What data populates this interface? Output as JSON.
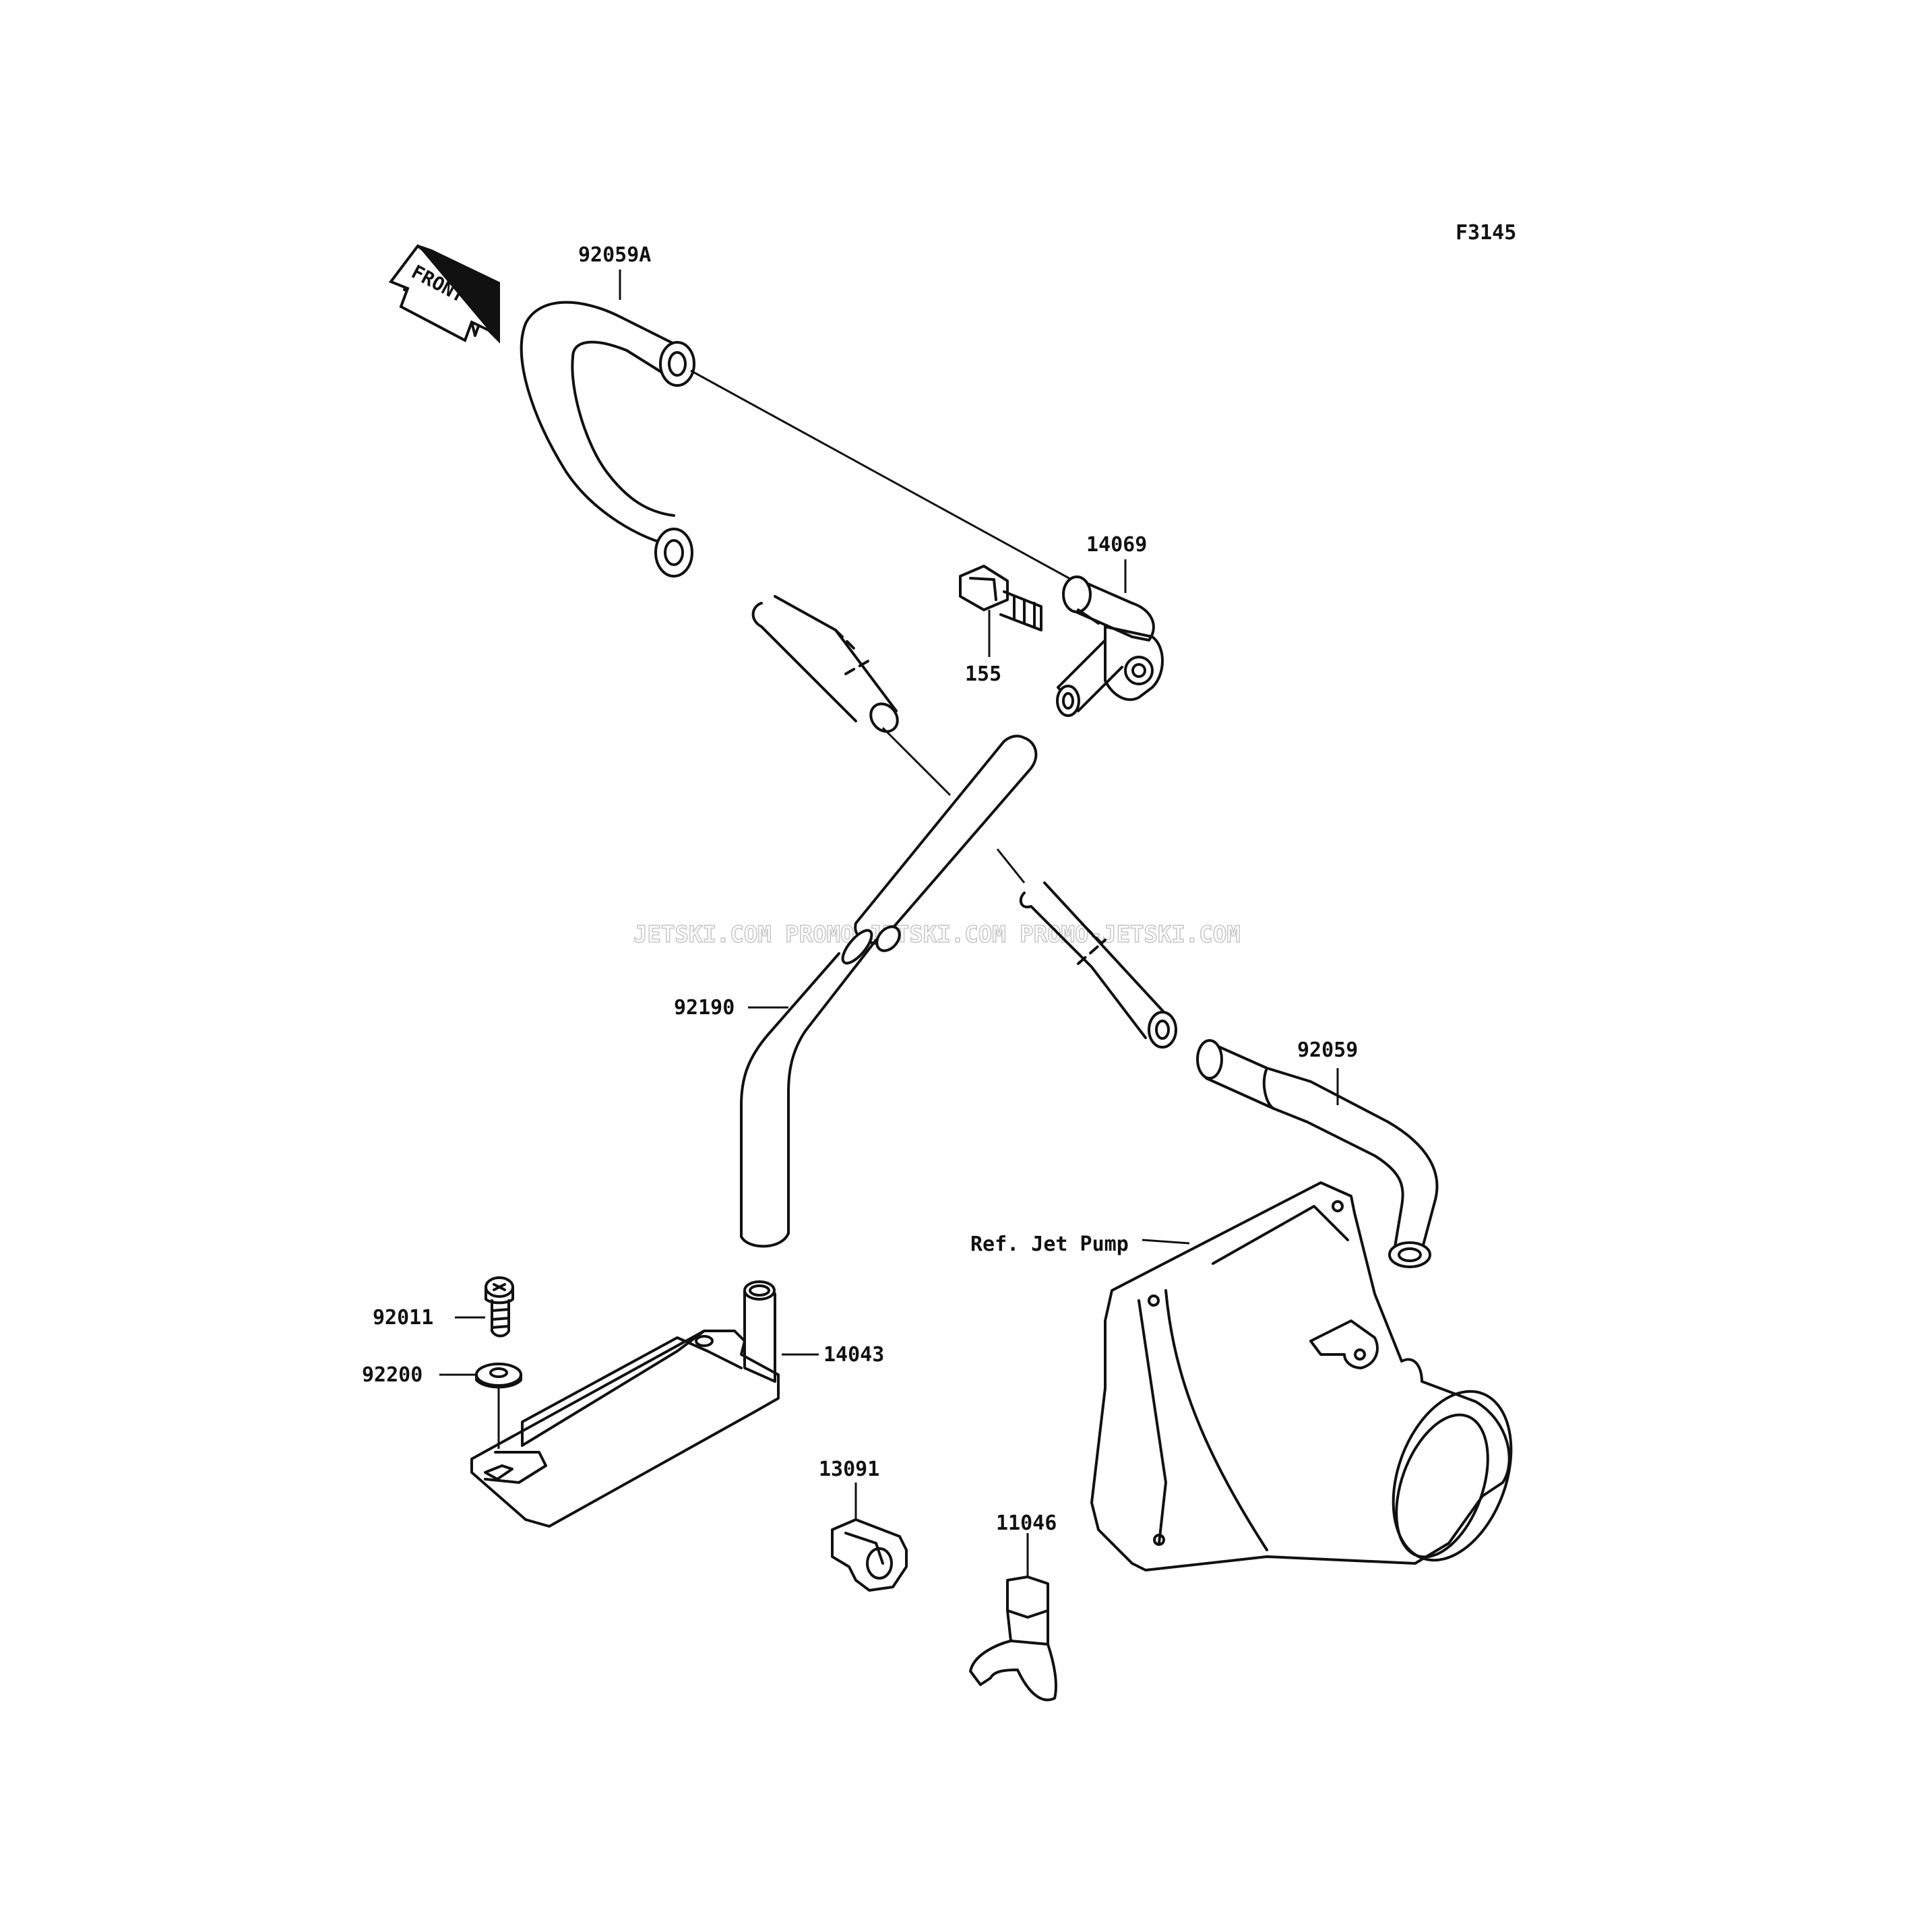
{
  "figure_code": "F3145",
  "front_arrow_label": "FRONT",
  "labels": {
    "p92059A": "92059A",
    "p14069": "14069",
    "p155": "155",
    "p92190": "92190",
    "p92059": "92059",
    "ref_jet_pump": "Ref. Jet Pump",
    "p92011": "92011",
    "p92200": "92200",
    "p14043": "14043",
    "p13091": "13091",
    "p11046": "11046"
  },
  "watermark": "JETSKI.COM  PROMO-JETSKI.COM  PROMO-JETSKI.COM"
}
